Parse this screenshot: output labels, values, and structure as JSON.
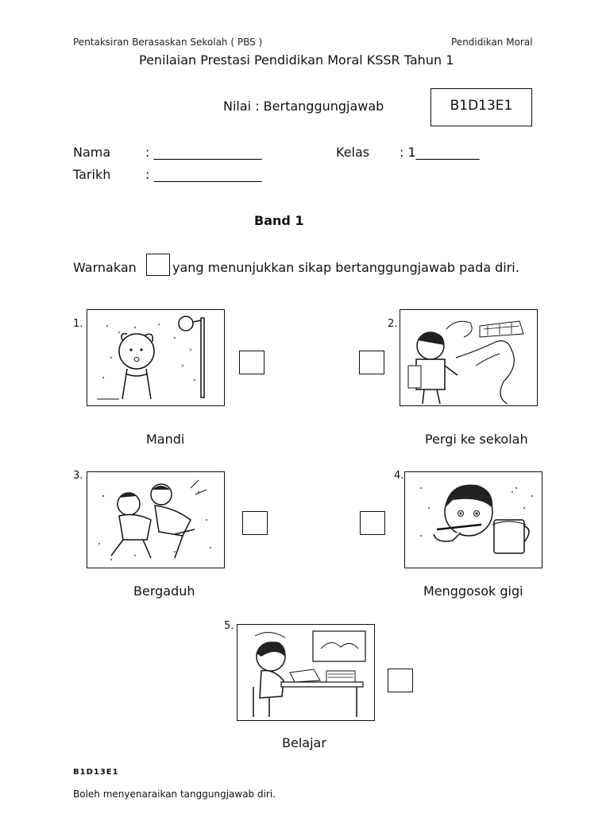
{
  "header": {
    "left": "Pentaksiran Berasaskan Sekolah ( PBS )",
    "right": "Pendidikan Moral",
    "title": "Penilaian Prestasi Pendidikan Moral KSSR  Tahun 1"
  },
  "nilai": "Nilai : Bertanggungjawab",
  "code": "B1D13E1",
  "form": {
    "nama_label": "Nama",
    "nama_value": ": _________________",
    "kelas_label": "Kelas",
    "kelas_value": ":  1__________",
    "tarikh_label": "Tarikh",
    "tarikh_value": ": _________________"
  },
  "band": "Band 1",
  "instruction": {
    "before": "Warnakan",
    "after": "yang menunjukkan sikap bertanggungjawab pada diri."
  },
  "items": [
    {
      "num": "1.",
      "caption": "Mandi",
      "icon": "bathing-boy-icon"
    },
    {
      "num": "2.",
      "caption": "Pergi ke sekolah",
      "icon": "boy-walking-to-school-icon"
    },
    {
      "num": "3.",
      "caption": "Bergaduh",
      "icon": "boys-fighting-icon"
    },
    {
      "num": "4.",
      "caption": "Menggosok gigi",
      "icon": "boy-brushing-teeth-icon"
    },
    {
      "num": "5.",
      "caption": "Belajar",
      "icon": "boy-studying-icon"
    }
  ],
  "footer": {
    "code": "B1D13E1",
    "text": "Boleh menyenaraikan tanggungjawab diri."
  }
}
